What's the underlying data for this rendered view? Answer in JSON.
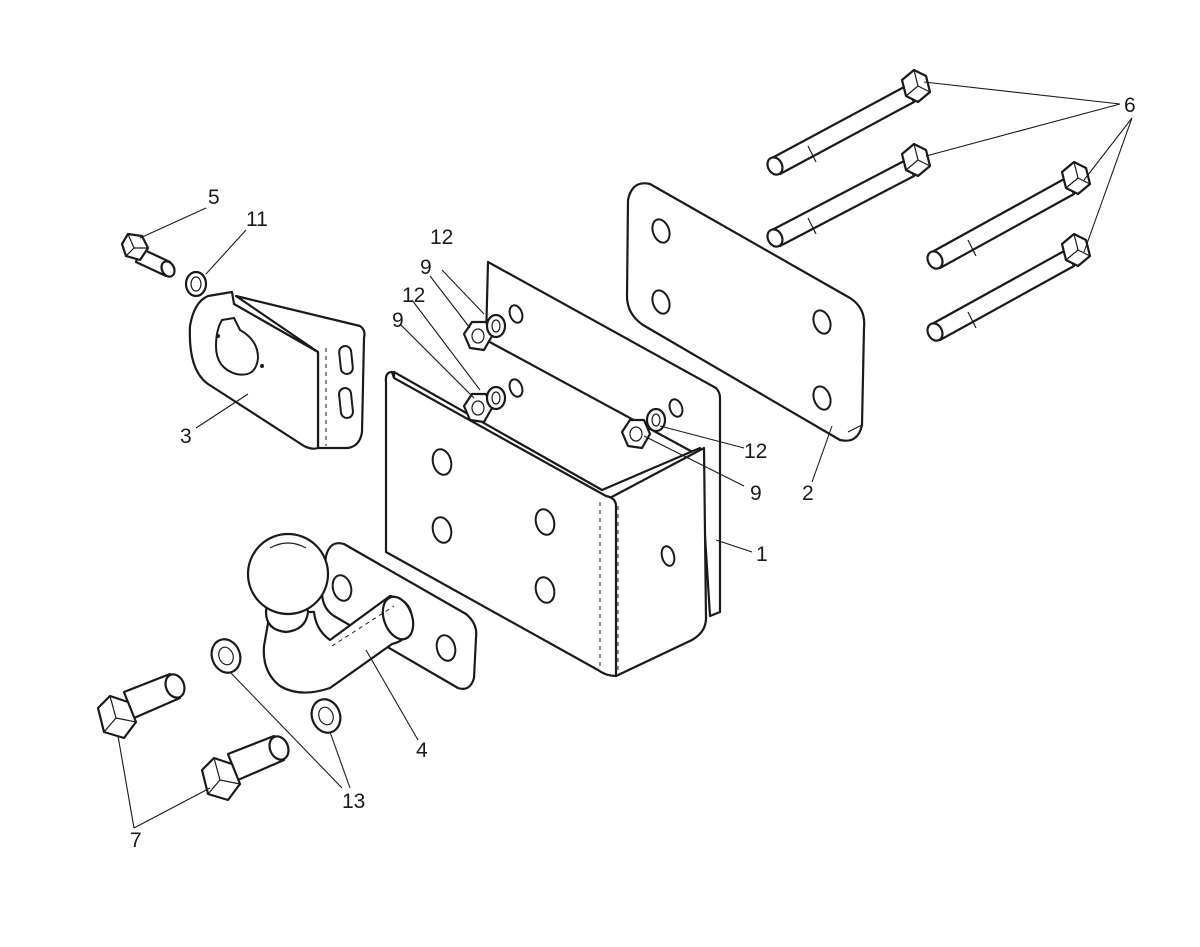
{
  "callouts": {
    "c1": "1",
    "c2": "2",
    "c3": "3",
    "c4": "4",
    "c5": "5",
    "c6": "6",
    "c7": "7",
    "c9a": "9",
    "c9b": "9",
    "c9c": "9",
    "c11": "11",
    "c12a": "12",
    "c12b": "12",
    "c12c": "12",
    "c13": "13"
  },
  "colors": {
    "line": "#1a1a1a",
    "background": "#ffffff"
  }
}
